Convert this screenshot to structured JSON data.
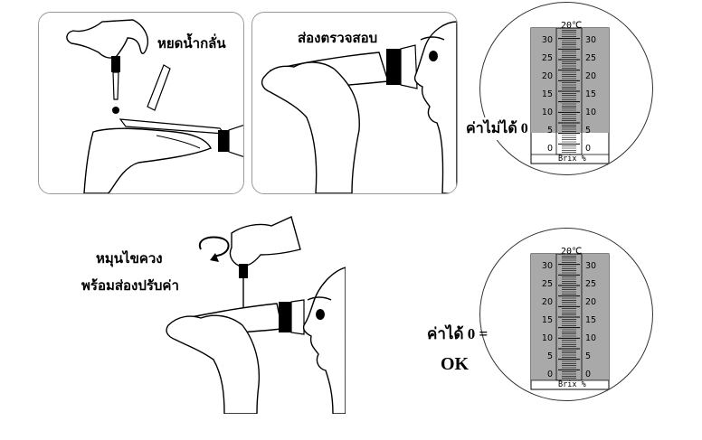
{
  "step1": {
    "label": "หยดน้ำกลั่น"
  },
  "step2": {
    "label": "ส่องตรวจสอบ"
  },
  "step3": {
    "label_line1": "หมุนไขควง",
    "label_line2": "พร้อมส่องปรับค่า"
  },
  "scale_before": {
    "top_label": "20℃",
    "bottom_label": "Brix %",
    "ticks": [
      "30",
      "25",
      "20",
      "15",
      "10",
      "5",
      "0"
    ],
    "caption": "ค่าไม่ได้ 0"
  },
  "scale_after": {
    "top_label": "20℃",
    "bottom_label": "Brix %",
    "ticks": [
      "30",
      "25",
      "20",
      "15",
      "10",
      "5",
      "0"
    ],
    "caption_line1": "ค่าได้ 0 =",
    "caption_line2": "OK"
  },
  "colors": {
    "shaded": "#a9a9a9",
    "line": "#000000",
    "ink": "#111111"
  }
}
